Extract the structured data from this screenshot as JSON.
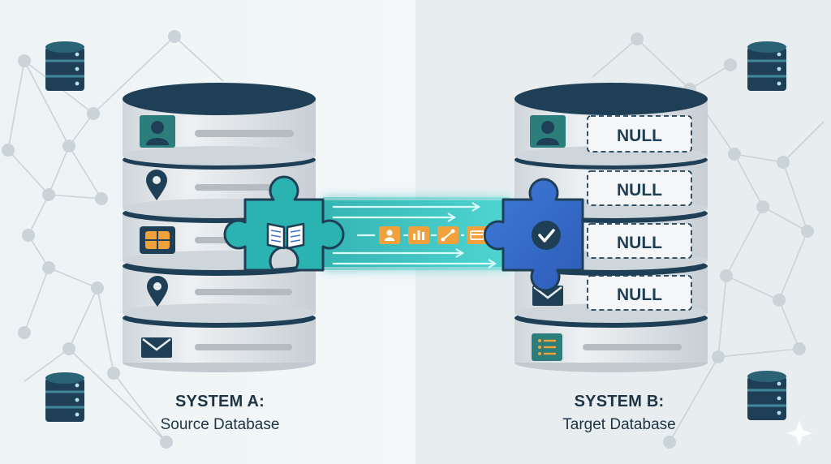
{
  "system_a": {
    "title": "SYSTEM A:",
    "subtitle": "Source Database"
  },
  "system_b": {
    "title": "SYSTEM B:",
    "subtitle": "Target Database"
  },
  "target_fields": [
    {
      "value": "NULL"
    },
    {
      "value": "NULL"
    },
    {
      "value": "NULL"
    },
    {
      "value": "NULL"
    }
  ],
  "colors": {
    "cylinder_dark": "#1e3f56",
    "cylinder_body": "#dfe4e8",
    "teal": "#2bb3b1",
    "blue": "#3c6fd1",
    "orange": "#f1a13b",
    "node_gray": "#c9d3d8"
  },
  "icons": {
    "source_rows": [
      "person-icon",
      "location-pin-icon",
      "sim-card-icon",
      "location-pin-icon",
      "envelope-icon"
    ],
    "target_rows": [
      "person-icon",
      "puzzle-icon",
      "puzzle-icon",
      "envelope-icon",
      "list-icon"
    ],
    "transfer_chips": [
      "person-icon",
      "bar-chart-icon",
      "route-icon",
      "credit-card-icon"
    ],
    "source_puzzle": "open-book-icon",
    "target_puzzle": "checkmark-icon"
  }
}
